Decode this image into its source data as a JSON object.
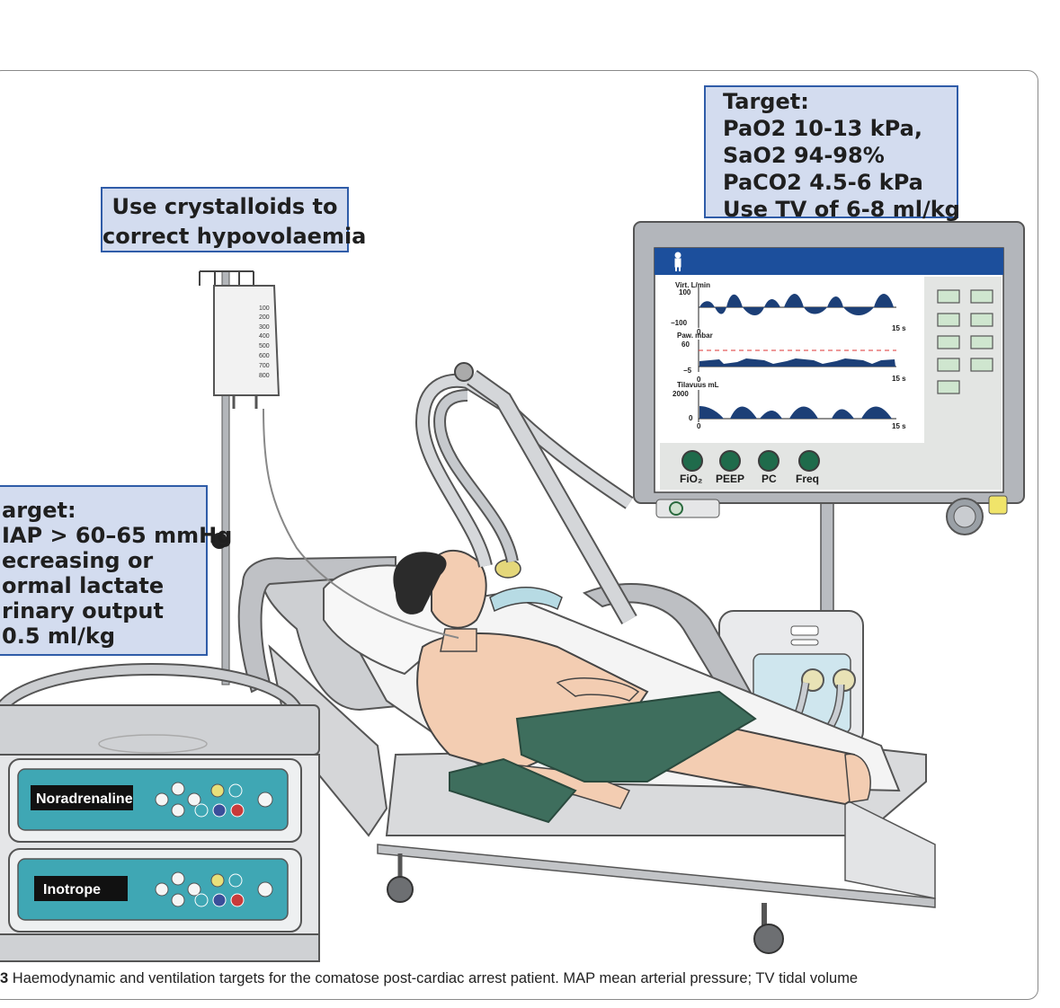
{
  "boxes": {
    "crystalloids": {
      "lines": [
        "Use crystalloids to",
        "correct hypovolaemia"
      ]
    },
    "ventilation": {
      "lines": [
        "Target:",
        "PaO2 10-13 kPa,",
        "SaO2 94-98%",
        "PaCO2 4.5-6 kPa",
        "Use TV of 6-8 ml/kg"
      ]
    },
    "haemodynamic": {
      "lines": [
        "arget:",
        "IAP > 60–65 mmHg",
        "ecreasing or",
        "ormal lactate",
        "rinary output",
        "0.5 ml/kg"
      ]
    }
  },
  "ventilator": {
    "graph1": {
      "title": "Virt. L/min",
      "top": "100",
      "bottom": "−100",
      "zero": "0",
      "end": "15 s"
    },
    "graph2": {
      "title": "Paw. mbar",
      "top": "60",
      "bottom": "−5",
      "zero": "0",
      "end": "15 s"
    },
    "graph3": {
      "title": "Tilavuus mL",
      "top": "2000",
      "bottom": "0",
      "zero": "0",
      "end": "15 s"
    },
    "knobs": [
      "FiO₂",
      "PEEP",
      "PC",
      "Freq"
    ]
  },
  "iv_bag": {
    "scale": [
      "100",
      "200",
      "300",
      "400",
      "500",
      "600",
      "700",
      "800"
    ]
  },
  "pumps": {
    "pump1_label": "Noradrenaline",
    "pump2_label": "Inotrope"
  },
  "caption": {
    "number": "3",
    "text": " Haemodynamic and ventilation targets for the comatose post-cardiac arrest patient. MAP mean arterial pressure; TV tidal volume"
  },
  "colors": {
    "box_fill": "#d3dcef",
    "box_border": "#2f5ca8",
    "screen_header": "#1c4f9c",
    "waveform": "#1c3f77",
    "pump_accent": "#3fa7b4",
    "sheet": "#3e6e5d",
    "skin": "#f3cdb2"
  }
}
